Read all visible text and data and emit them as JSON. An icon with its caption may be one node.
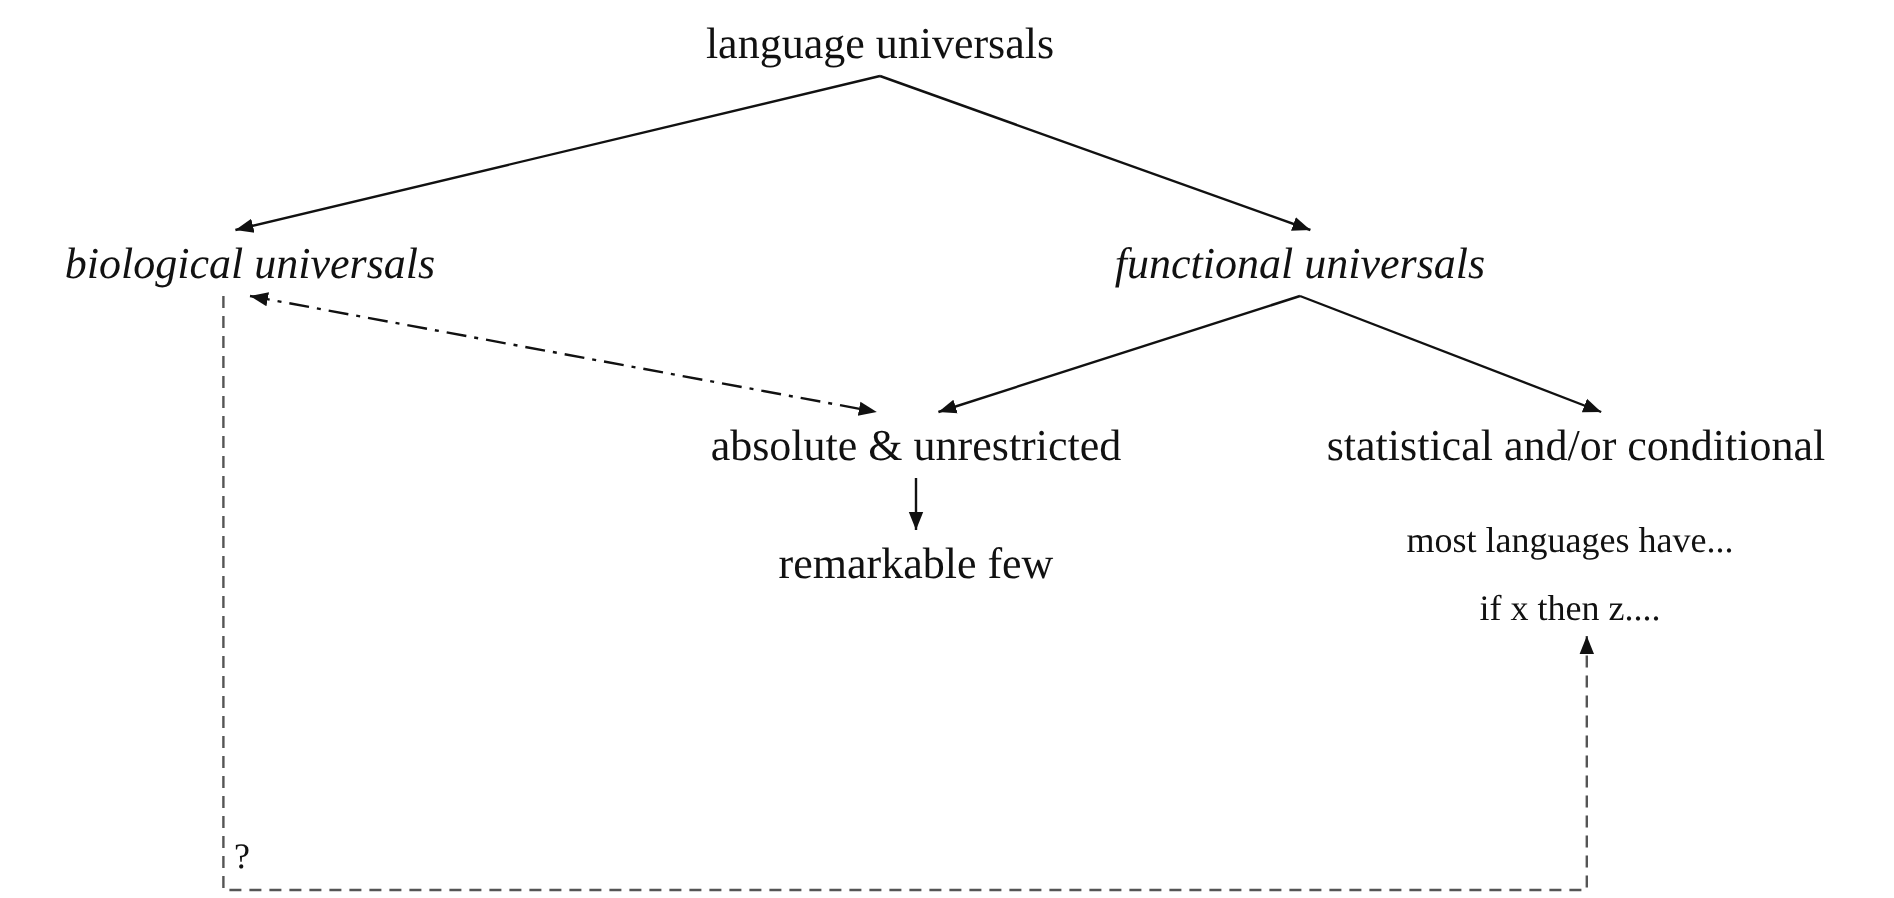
{
  "diagram": {
    "nodes": [
      {
        "text": [
          "language universals"
        ]
      },
      {
        "text": [
          "biological universals"
        ]
      },
      {
        "text": [
          "functional universals"
        ]
      },
      {
        "text": [
          "absolute & unrestricted"
        ]
      },
      {
        "text": [
          "statistical and/or conditional"
        ]
      },
      {
        "text": [
          "most languages have..."
        ]
      },
      {
        "text": [
          "if x then z...."
        ]
      },
      {
        "text": [
          "remarkable few"
        ]
      }
    ],
    "edges": [
      {
        "from": 0,
        "to": 1,
        "arrow": "to"
      },
      {
        "from": 0,
        "to": 2,
        "arrow": "to"
      },
      {
        "from": 2,
        "to": 3,
        "arrow": "to"
      },
      {
        "from": 2,
        "to": 4,
        "arrow": "to"
      },
      {
        "from": 3,
        "to": 7,
        "arrow": "to"
      },
      {
        "from": 1,
        "to": 3,
        "arrow": "both",
        "style": "dashed"
      },
      {
        "from": 1,
        "to": 6,
        "arrow": "to",
        "style": "dashed"
      }
    ],
    "labels": [
      "?"
    ]
  }
}
